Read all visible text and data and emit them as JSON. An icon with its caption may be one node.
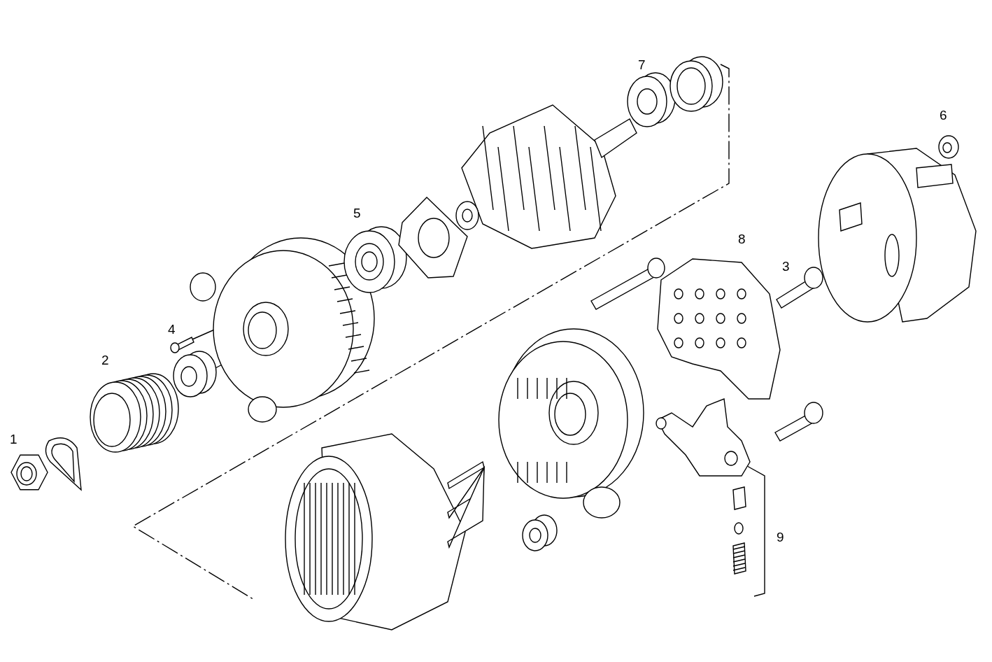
{
  "diagram": {
    "labels": [
      "7",
      "6",
      "5",
      "8",
      "3",
      "4",
      "2",
      "1",
      "9"
    ]
  }
}
